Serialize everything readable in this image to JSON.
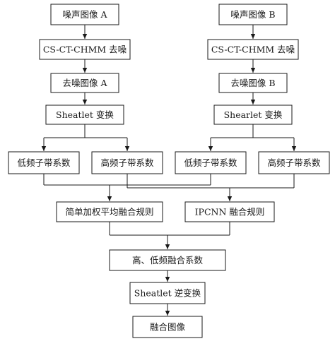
{
  "left_branch": {
    "noisy_image": "噪声图像 A",
    "denoise": "CS-CT-CHMM 去噪",
    "denoised_image": "去噪图像 A",
    "transform": "Sheatlet 变换",
    "low_freq": "低频子带系数",
    "high_freq": "高频子带系数"
  },
  "right_branch": {
    "noisy_image": "噪声图像 B",
    "denoise": "CS-CT-CHMM 去噪",
    "denoised_image": "去噪图像 B",
    "transform": "Shearlet 变换",
    "low_freq": "低频子带系数",
    "high_freq": "高频子带系数"
  },
  "fusion": {
    "low_rule": "简单加权平均融合规则",
    "high_rule": "IPCNN 融合规则",
    "coefficients": "高、低频融合系数",
    "inverse_transform": "Sheatlet 逆变换",
    "result": "融合图像"
  }
}
